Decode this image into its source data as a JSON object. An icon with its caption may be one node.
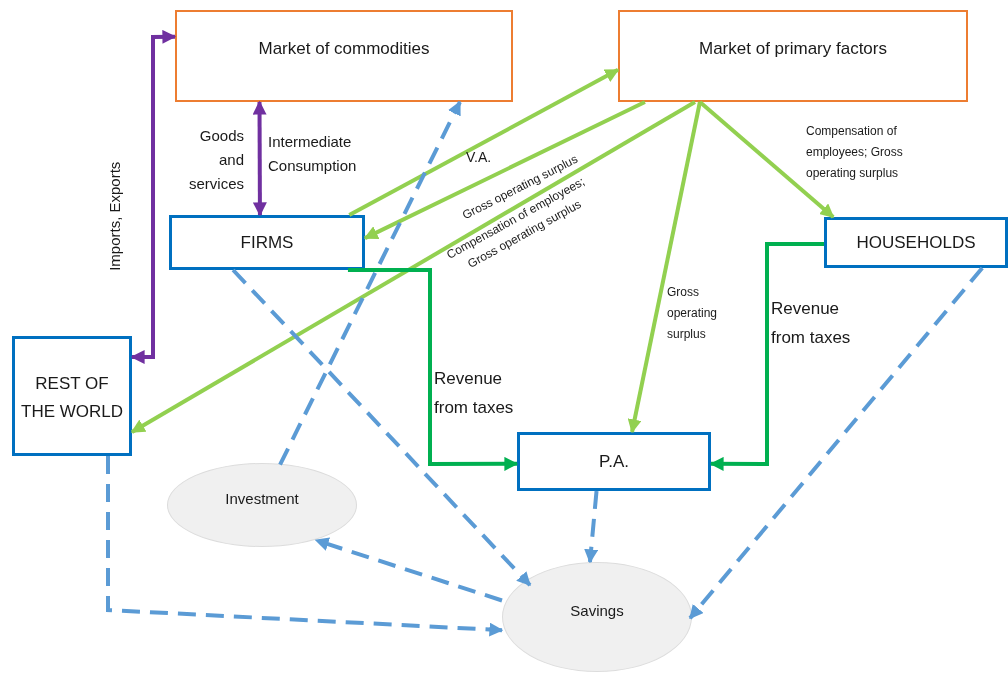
{
  "diagram": {
    "nodes": [
      {
        "text": [
          "Market of commodities"
        ]
      },
      {
        "text": [
          "Market of primary factors"
        ]
      },
      {
        "text": [
          "FIRMS"
        ]
      },
      {
        "text": [
          "HOUSEHOLDS"
        ]
      },
      {
        "text": [
          "REST OF THE WORLD"
        ]
      },
      {
        "text": [
          "P.A."
        ]
      },
      {
        "text": [
          "Investment"
        ]
      },
      {
        "text": [
          "Savings"
        ]
      }
    ],
    "edges": [
      {
        "from": 0,
        "to": 4,
        "arrow": "both",
        "label": "Imports, Exports",
        "color": "#7030a0"
      },
      {
        "from": 0,
        "to": 2,
        "arrow": "both",
        "label": "Intermediate Consumption",
        "color": "#7030a0"
      },
      {
        "from": 2,
        "to": 1,
        "arrow": "to",
        "label": "V.A.",
        "color": "#92d050"
      },
      {
        "from": 1,
        "to": 2,
        "arrow": "to",
        "label": "Gross operating surplus",
        "color": "#92d050"
      },
      {
        "from": 1,
        "to": 4,
        "arrow": "to",
        "label": "Compensation of employees; Gross operating surplus",
        "color": "#92d050"
      },
      {
        "from": 1,
        "to": 5,
        "arrow": "to",
        "label": "Gross operating surplus",
        "color": "#92d050"
      },
      {
        "from": 1,
        "to": 3,
        "arrow": "to",
        "label": "Compensation of employees; Gross operating surplus",
        "color": "#92d050"
      },
      {
        "from": 2,
        "to": 5,
        "arrow": "to",
        "label": "Revenue from taxes",
        "color": "#00b050"
      },
      {
        "from": 3,
        "to": 5,
        "arrow": "to",
        "label": "Revenue from taxes",
        "color": "#00b050"
      },
      {
        "from": 6,
        "to": 0,
        "arrow": "to",
        "style": "dashed"
      },
      {
        "from": 2,
        "to": 7,
        "arrow": "to",
        "style": "dashed"
      },
      {
        "from": 5,
        "to": 7,
        "arrow": "to",
        "style": "dashed"
      },
      {
        "from": 3,
        "to": 7,
        "arrow": "to",
        "style": "dashed"
      },
      {
        "from": 7,
        "to": 6,
        "arrow": "to",
        "style": "dashed"
      },
      {
        "from": 4,
        "to": 7,
        "arrow": "to",
        "style": "dashed"
      }
    ],
    "labels": [
      "Goods and services"
    ]
  }
}
